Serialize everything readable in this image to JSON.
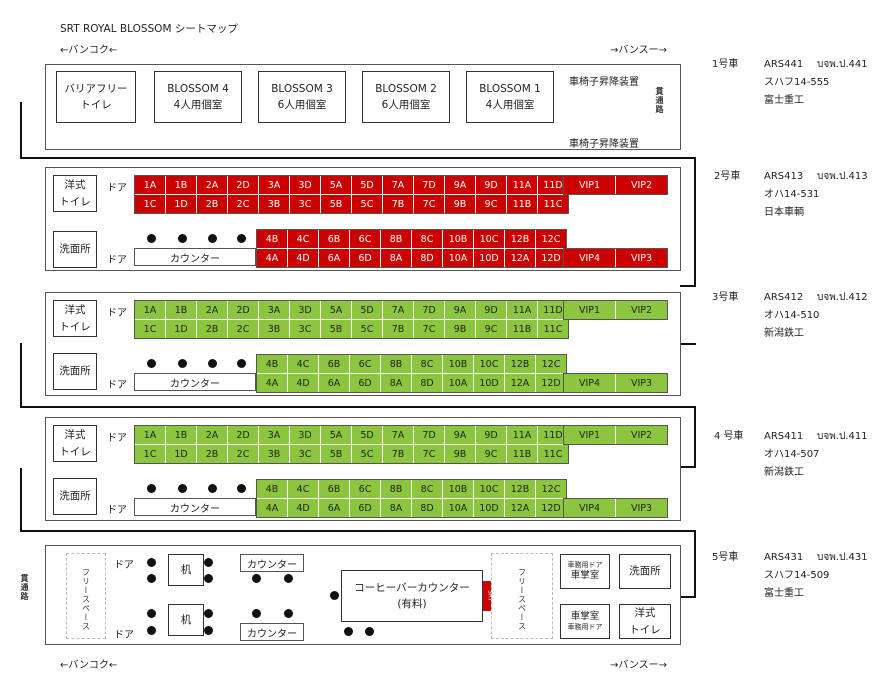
{
  "title": "SRT ROYAL BLOSSOM シートマップ",
  "dir_left": "←バンコク←",
  "dir_right": "→バンスー→",
  "colors": {
    "red": "#cc0000",
    "green": "#8cc63f"
  },
  "car1": {
    "compartments": [
      {
        "l1": "バリアフリー",
        "l2": "トイレ"
      },
      {
        "l1": "BLOSSOM 4",
        "l2": "4人用個室"
      },
      {
        "l1": "BLOSSOM 3",
        "l2": "6人用個室"
      },
      {
        "l1": "BLOSSOM 2",
        "l2": "6人用個室"
      },
      {
        "l1": "BLOSSOM 1",
        "l2": "4人用個室"
      }
    ],
    "lift_top": "車椅子昇降装置",
    "lift_bottom": "車椅子昇降装置",
    "passage": "貫通路"
  },
  "seat_car": {
    "toilet": {
      "l1": "洋式",
      "l2": "トイレ"
    },
    "washroom": "洗面所",
    "door": "ドア",
    "counter": "カウンター",
    "row1": [
      "1A",
      "1B",
      "2A",
      "2D",
      "3A",
      "3D",
      "5A",
      "5D",
      "7A",
      "7D",
      "9A",
      "9D",
      "11A",
      "11D"
    ],
    "row2": [
      "1C",
      "1D",
      "2B",
      "2C",
      "3B",
      "3C",
      "5B",
      "5C",
      "7B",
      "7C",
      "9B",
      "9C",
      "11B",
      "11C"
    ],
    "row3": [
      "4B",
      "4C",
      "6B",
      "6C",
      "8B",
      "8C",
      "10B",
      "10C",
      "12B",
      "12C"
    ],
    "row4": [
      "4A",
      "4D",
      "6A",
      "6D",
      "8A",
      "8D",
      "10A",
      "10D",
      "12A",
      "12D"
    ],
    "vip_top": [
      "VIP1",
      "VIP2"
    ],
    "vip_bottom": [
      "VIP4",
      "VIP3"
    ]
  },
  "car5": {
    "passage": "貫通路",
    "free_space": "フリースペース",
    "door": "ドア",
    "desk": "机",
    "counter": "カウンター",
    "coffee_l1": "コーヒーバーカウンター",
    "coffee_l2": "(有料)",
    "srt": "SRT",
    "staff_door": "車務用ドア",
    "conductor": "車掌室",
    "washroom": "洗面所",
    "toilet": {
      "l1": "洋式",
      "l2": "トイレ"
    }
  },
  "info": [
    {
      "car": "1号車",
      "code": "ARS441",
      "thai": "บจพ.ป.441",
      "model": "スハフ14-555",
      "maker": "富士重工"
    },
    {
      "car": "2号車",
      "code": "ARS413",
      "thai": "บจพ.ป.413",
      "model": "オハ14-531",
      "maker": "日本車輌"
    },
    {
      "car": "3号車",
      "code": "ARS412",
      "thai": "บจพ.ป.412",
      "model": "オハ14-510",
      "maker": "新潟鉄工"
    },
    {
      "car": "4 号車",
      "code": "ARS411",
      "thai": "บจพ.ป.411",
      "model": "オハ14-507",
      "maker": "新潟鉄工"
    },
    {
      "car": "5号車",
      "code": "ARS431",
      "thai": "บจพ.ป.431",
      "model": "スハフ14-509",
      "maker": "富士重工"
    }
  ]
}
